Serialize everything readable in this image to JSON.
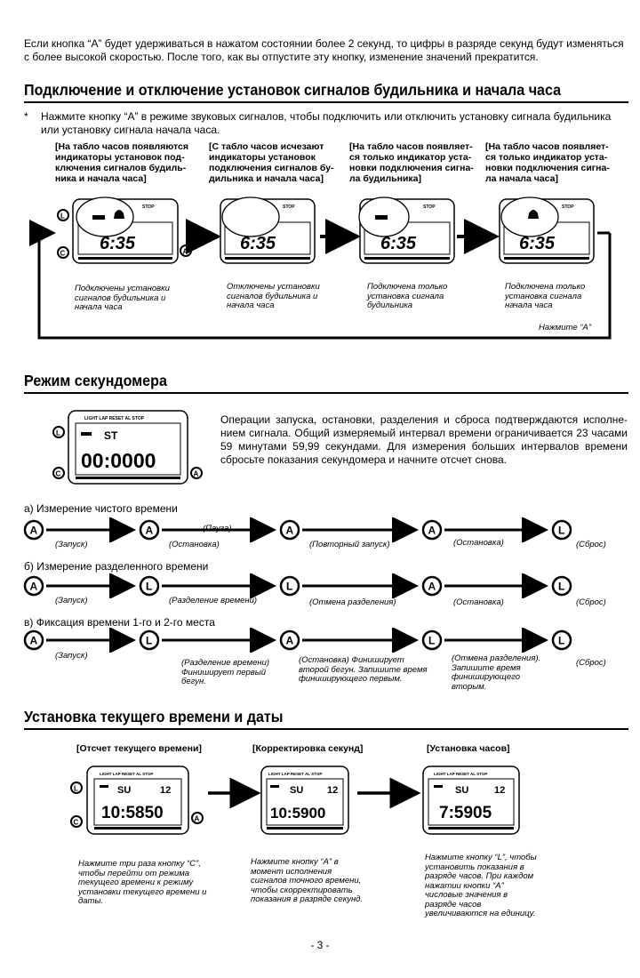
{
  "intro": "Если кнопка “A” будет удерживаться в нажатом состоянии более 2 секунд, то цифры в разряде секунд будут изменяться с более высокой скоростью. После того, как вы отпустите эту кнопку, изменение значений прекратится.",
  "alarm": {
    "title": "Подключение и отключение установок сигналов будильника и начала часа",
    "bullet": "*",
    "note": "Нажмите кнопку “A” в режиме звуковых сигналов, чтобы подключить или отключить установку сигнала будильника или установку сигнала начала часа.",
    "states": [
      {
        "bracket": "[На табло часов появляются индикаторы установок под-ключения сигналов будиль-ника и начала часа]",
        "caption": "Подключены установки сигналов будильника и начала часа"
      },
      {
        "bracket": "[С табло часов исчезают индикаторы установок подключения сигналов бу-дильника и начала часа]",
        "caption": "Отключены установки сигналов будильника и начала часа"
      },
      {
        "bracket": "[На табло часов появляет-ся только индикатор уста-новки подключения сигна-ла будильника]",
        "caption": "Подключена только установка сигнала будильника"
      },
      {
        "bracket": "[На табло часов появляет-ся только индикатор уста-новки подключения сигна-ла начала часа]",
        "caption": "Подключена только установка сигнала начала часа"
      }
    ],
    "press_a": "Нажмите “A”",
    "lcd_digits": "6:35"
  },
  "stopwatch": {
    "title": "Режим секундомера",
    "desc": "Операции запуска, остановки, разделения и сброса подтверждаются исполне-нием сигнала. Общий измеряемый интервал времени ограничивается 23 часами 59 минутами 59,99 секундами. Для измерения больших интервалов времени сбросьте показания секундомера и начните отсчет снова.",
    "lcd_top": "ST",
    "lcd_digits": "00:0000",
    "row_a": {
      "title": "а) Измерение чистого времени",
      "labels": [
        "(Запуск)",
        "(Остановка)",
        "(Пауза)",
        "(Повторный запуск)",
        "(Остановка)",
        "(Сброс)"
      ]
    },
    "row_b": {
      "title": "б) Измерение разделенного времени",
      "labels": [
        "(Запуск)",
        "(Разделение времени)",
        "(Отмена разделения)",
        "(Остановка)",
        "(Сброс)"
      ]
    },
    "row_c": {
      "title": "в) Фиксация времени 1-го и 2-го места",
      "labels": [
        "(Запуск)",
        "(Разделение времени) Финиширует первый бегун.",
        "(Остановка) Финиширует второй бегун. Запишите время финиширующего первым.",
        "(Отмена разделения). Запишите время финиширующего вторым.",
        "(Сброс)"
      ]
    }
  },
  "timeset": {
    "title": "Установка текущего времени и даты",
    "steps": [
      {
        "bracket": "[Отсчет текущего времени]",
        "caption": "Нажмите три раза кнопку “C”, чтобы перейти от режима текущего времени к режиму установки текущего времени и даты.",
        "digits": "10:5850",
        "day": "SU",
        "date": "12"
      },
      {
        "bracket": "[Корректировка секунд]",
        "caption": "Нажмите кнопку “A” в момент исполнения сигналов точного времени, чтобы скорректировать показания в разряде секунд.",
        "digits": "10:5900",
        "day": "SU",
        "date": "12"
      },
      {
        "bracket": "[Установка часов]",
        "caption": "Нажмите кнопку “L”, чтобы установить показания в разряде часов. При каждом нажатии кнопки “A” числовые значения в разряде часов увеличиваются на единицу.",
        "digits": "7:5905",
        "day": "SU",
        "date": "12"
      }
    ]
  },
  "page_number": "- 3 -",
  "buttons": {
    "a": "A",
    "l": "L",
    "c": "C"
  }
}
